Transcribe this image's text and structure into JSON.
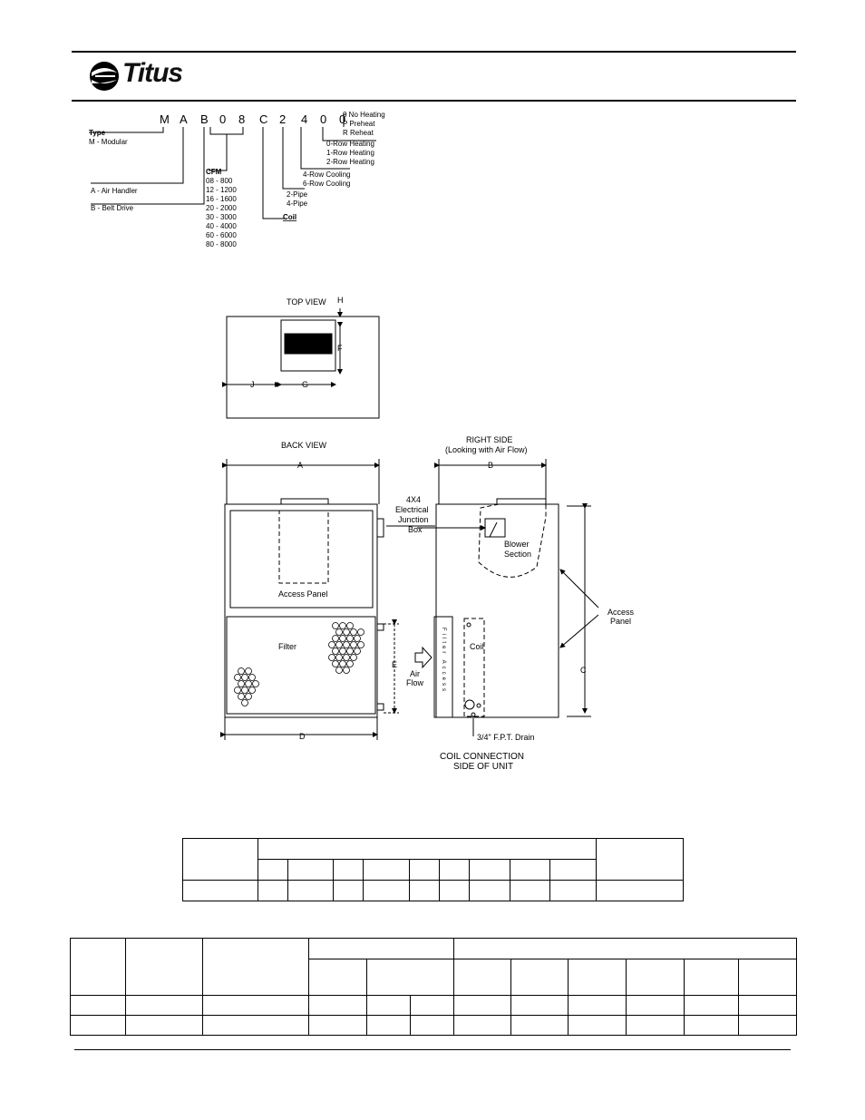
{
  "header": {
    "brand": "Titus"
  },
  "model_number": {
    "letters": [
      "M",
      "A",
      "B",
      "0",
      "8",
      "C",
      "2",
      "4",
      "0",
      "0"
    ],
    "type": {
      "title": "Type",
      "item": "M - Modular"
    },
    "handler": {
      "a": "A - Air Handler",
      "b": "B - Belt Drive"
    },
    "cfm": {
      "title": "CFM",
      "items": [
        "08 - 800",
        "12 - 1200",
        "16 - 1600",
        "20 - 2000",
        "30 - 3000",
        "40 - 4000",
        "60 - 6000",
        "80 - 8000"
      ]
    },
    "coil": {
      "title": "Coil",
      "items": [
        "2-Pipe",
        "4-Pipe"
      ]
    },
    "cooling": [
      "4-Row Cooling",
      "6-Row Cooling"
    ],
    "heating": [
      "0-Row Heating",
      "1-Row Heating",
      "2-Row Heating"
    ],
    "options": [
      "0  No Heating",
      "P  Preheat",
      "R  Reheat"
    ]
  },
  "diagram": {
    "top_view": "TOP VIEW",
    "back_view": "BACK VIEW",
    "right_side": "RIGHT SIDE",
    "right_side_sub": "(Looking with Air Flow)",
    "dims": {
      "a": "A",
      "b": "B",
      "c": "C",
      "d": "D",
      "e": "E",
      "f": "F",
      "g": "G",
      "h": "H",
      "j": "J"
    },
    "junction": [
      "4X4",
      "Electrical",
      "Junction",
      "Box"
    ],
    "access_panel": "Access Panel",
    "filter": "Filter",
    "air_flow": [
      "Air",
      "Flow"
    ],
    "blower": [
      "Blower",
      "Section"
    ],
    "access_panel_side": [
      "Access",
      "Panel"
    ],
    "coil": "Coil",
    "filter_access": "Filter Access",
    "drain": "3/4\" F.P.T. Drain",
    "connection": [
      "COIL CONNECTION",
      "SIDE OF UNIT"
    ]
  }
}
